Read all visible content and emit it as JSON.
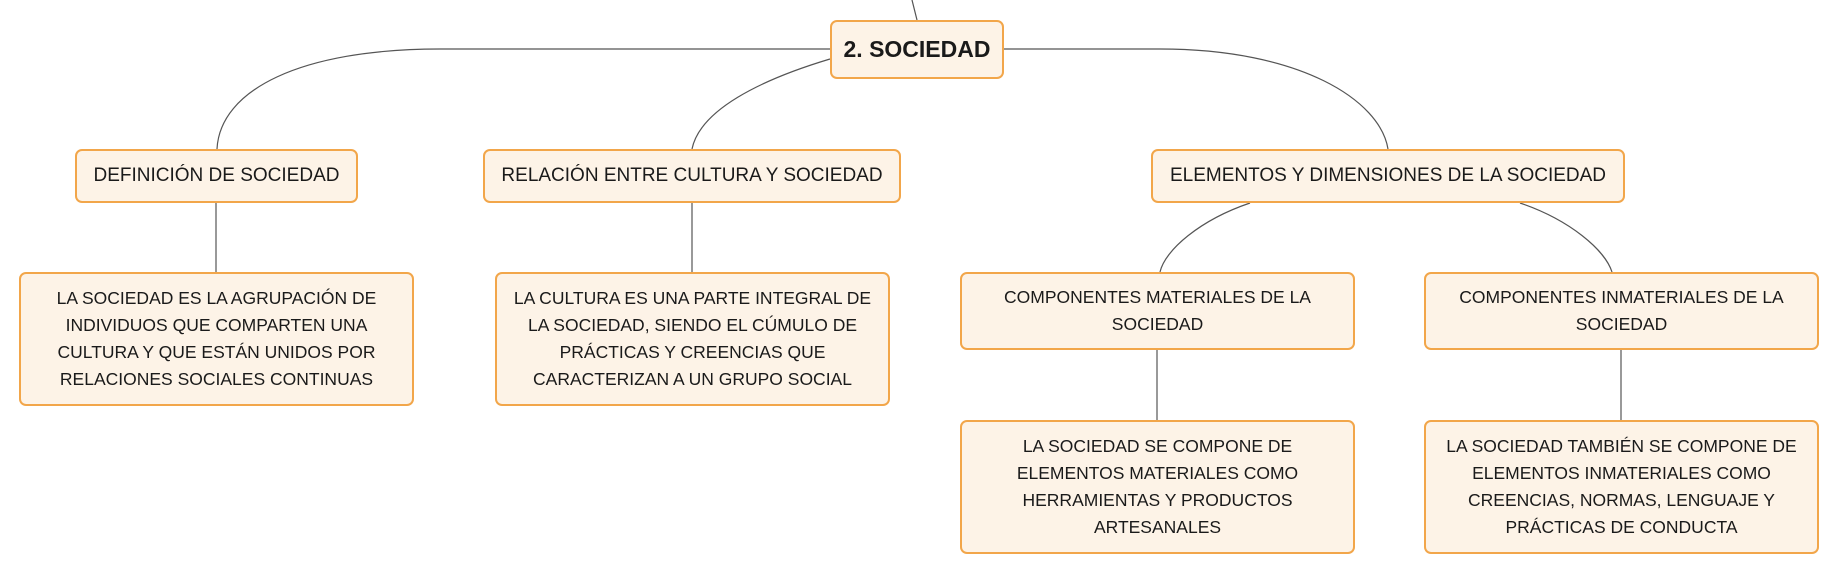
{
  "diagram": {
    "root": {
      "label": "2. SOCIEDAD"
    },
    "branches": [
      {
        "label": "DEFINICIÓN DE SOCIEDAD",
        "detail": "LA SOCIEDAD ES LA AGRUPACIÓN DE INDIVIDUOS QUE COMPARTEN UNA CULTURA Y QUE ESTÁN UNIDOS POR RELACIONES SOCIALES CONTINUAS"
      },
      {
        "label": "RELACIÓN ENTRE CULTURA Y SOCIEDAD",
        "detail": "LA CULTURA ES UNA PARTE INTEGRAL DE LA SOCIEDAD, SIENDO EL CÚMULO DE PRÁCTICAS Y CREENCIAS QUE CARACTERIZAN A UN GRUPO SOCIAL"
      },
      {
        "label": "ELEMENTOS Y DIMENSIONES DE LA SOCIEDAD",
        "children": [
          {
            "label": "COMPONENTES MATERIALES DE LA SOCIEDAD",
            "detail": "LA SOCIEDAD SE COMPONE DE ELEMENTOS MATERIALES COMO HERRAMIENTAS Y PRODUCTOS ARTESANALES"
          },
          {
            "label": "COMPONENTES INMATERIALES DE LA SOCIEDAD",
            "detail": "LA SOCIEDAD TAMBIÉN SE COMPONE DE ELEMENTOS INMATERIALES COMO CREENCIAS, NORMAS, LENGUAJE Y PRÁCTICAS DE CONDUCTA"
          }
        ]
      }
    ],
    "colors": {
      "node_fill": "#fdf3e7",
      "node_border": "#f2a64a",
      "connector": "#555555",
      "text": "#1a1a1a"
    }
  }
}
